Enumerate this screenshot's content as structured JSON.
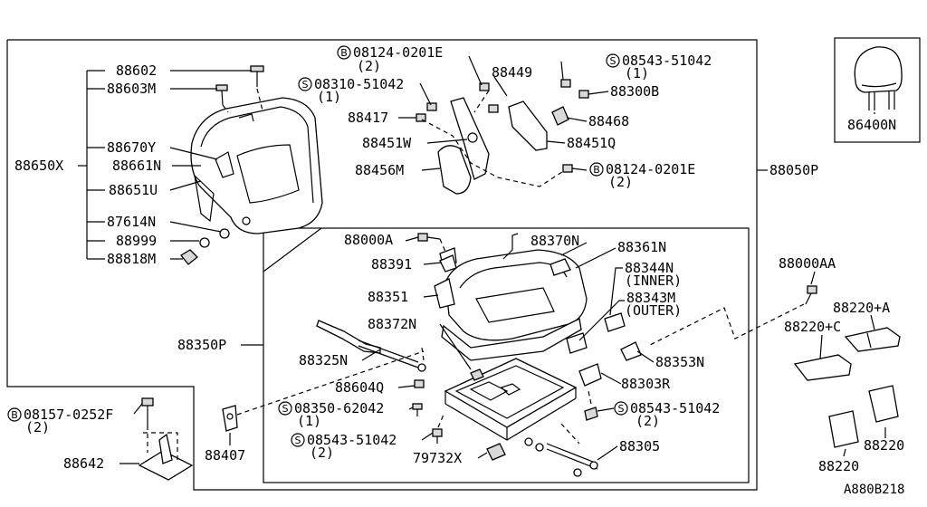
{
  "diagram_code": "A880B218",
  "labels": {
    "p88602": "88602",
    "p88603M": "88603M",
    "p88650X": "88650X",
    "p88670Y": "88670Y",
    "p88661N": "88661N",
    "p88651U": "88651U",
    "p87614N": "87614N",
    "p88999": "88999",
    "p88818M": "88818M",
    "b08124_top": "08124-0201E",
    "b08124_top_qty": "(2)",
    "s08310": "08310-51042",
    "s08310_qty": "(1)",
    "p88449": "88449",
    "s08543_top": "08543-51042",
    "s08543_top_qty": "(1)",
    "p88300B": "88300B",
    "p88417": "88417",
    "p88468": "88468",
    "p88451W": "88451W",
    "p88451Q": "88451Q",
    "p88456M": "88456M",
    "b08124_mid": "08124-0201E",
    "b08124_mid_qty": "(2)",
    "p88050P": "88050P",
    "p86400N": "86400N",
    "p88000A": "88000A",
    "p88370N": "88370N",
    "p88361N": "88361N",
    "p88391": "88391",
    "p88344N": "88344N",
    "inner": "(INNER)",
    "p88351": "88351",
    "p88343M": "88343M",
    "outer": "(OUTER)",
    "p88372N": "88372N",
    "p88350P": "88350P",
    "p88325N": "88325N",
    "p88353N": "88353N",
    "p88604Q": "88604Q",
    "p88303R": "88303R",
    "s08350": "08350-62042",
    "s08350_qty": "(1)",
    "s08543_mid": "08543-51042",
    "s08543_mid_qty": "(2)",
    "s08543_bot": "08543-51042",
    "s08543_bot_qty": "(2)",
    "p88305": "88305",
    "p79732X": "79732X",
    "p88407": "88407",
    "b08157": "08157-0252F",
    "b08157_qty": "(2)",
    "p88642": "88642",
    "p88000AA": "88000AA",
    "p88220A": "88220+A",
    "p88220C": "88220+C",
    "p88220_1": "88220",
    "p88220_2": "88220"
  },
  "markers": {
    "bolt": "B",
    "screw": "S"
  }
}
